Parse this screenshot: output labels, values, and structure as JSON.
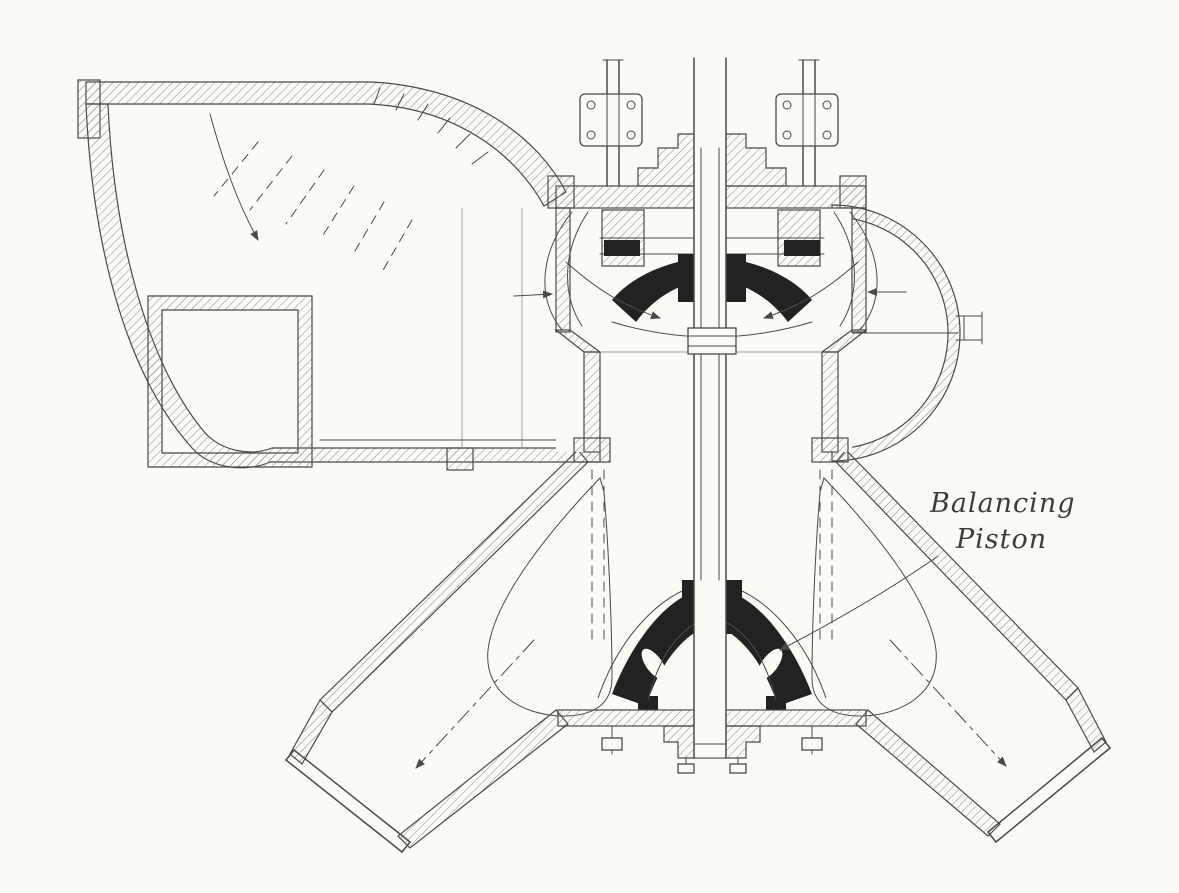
{
  "figure": {
    "type": "technical-sectional-drawing",
    "subject": "vertical pump / turbine cross-section with volute inlet and twin discharge pipes",
    "annotation": {
      "text": "Balancing Piston",
      "line1": "Balancing",
      "line2": "Piston"
    }
  },
  "colors": {
    "paper": "#fbfaf5",
    "ink": "#4a4a4a",
    "ink_light": "#9a9a9a",
    "dark": "#222222",
    "hatch": "#8a8a8a"
  }
}
